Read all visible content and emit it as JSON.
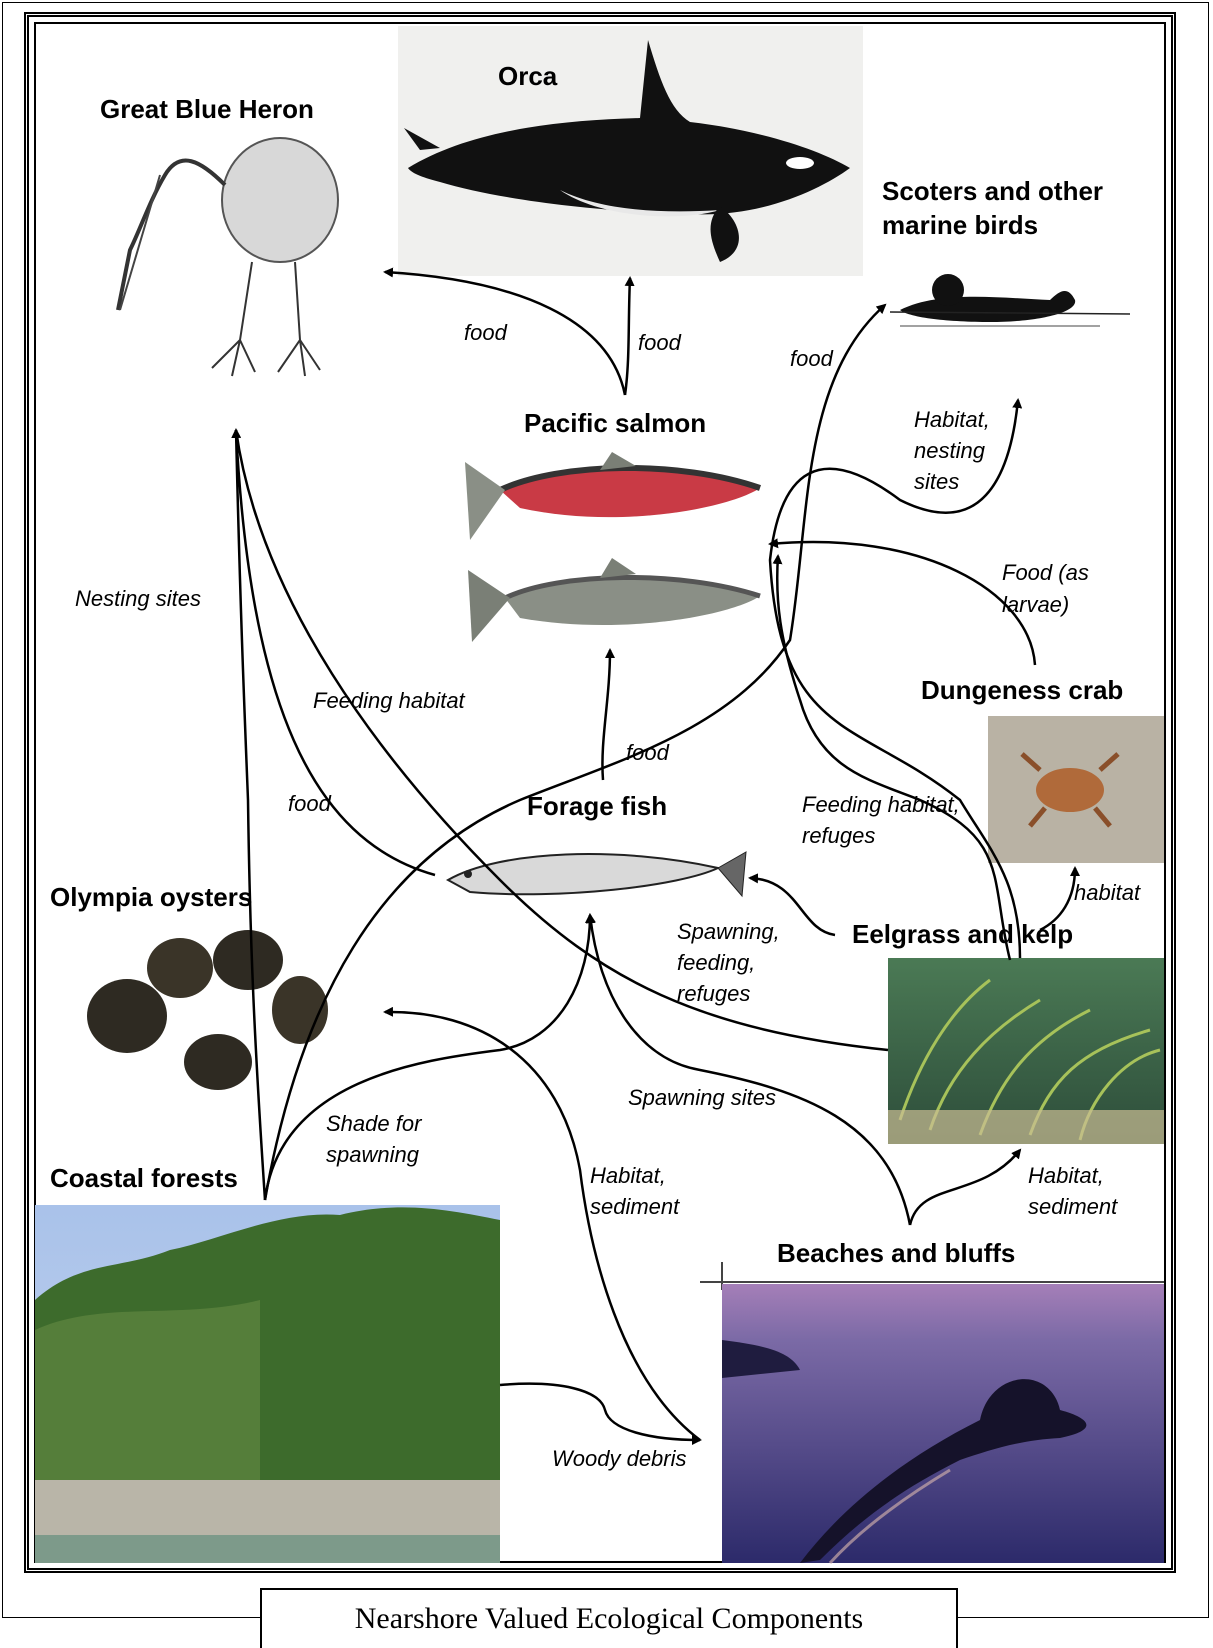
{
  "nodes": {
    "orca": "Orca",
    "heron": "Great Blue Heron",
    "scoters_line1": "Scoters and other",
    "scoters_line2": "marine birds",
    "salmon": "Pacific salmon",
    "crab": "Dungeness crab",
    "forage": "Forage fish",
    "oysters": "Olympia oysters",
    "eelgrass": "Eelgrass and kelp",
    "forests": "Coastal forests",
    "beaches": "Beaches and bluffs"
  },
  "edges": {
    "food_heron": "food",
    "food_orca": "food",
    "food_scoters": "food",
    "habitat_nesting_1": "Habitat,",
    "habitat_nesting_2": "nesting",
    "habitat_nesting_3": "sites",
    "food_larvae_1": "Food (as",
    "food_larvae_2": "larvae)",
    "nesting_sites": "Nesting sites",
    "feeding_habitat": "Feeding habitat",
    "food_forage_salmon": "food",
    "food_forage_heron": "food",
    "feeding_refuges_1": "Feeding habitat,",
    "feeding_refuges_2": "refuges",
    "habitat_crab": "habitat",
    "spawning_1": "Spawning,",
    "spawning_2": "feeding,",
    "spawning_3": "refuges",
    "spawning_sites": "Spawning sites",
    "shade_1": "Shade for",
    "shade_2": "spawning",
    "hab_sed_oyster_1": "Habitat,",
    "hab_sed_oyster_2": "sediment",
    "hab_sed_eel_1": "Habitat,",
    "hab_sed_eel_2": "sediment",
    "woody_debris": "Woody debris"
  },
  "caption": "Nearshore Valued Ecological Components",
  "colors": {
    "salmon_red": "#c93a45",
    "salmon_silver": "#8a8f86",
    "eelgrass_green": "#3f6b3a",
    "sky_blue": "#9fb8e0",
    "dusk_purple": "#5a4d8a",
    "crab_orange": "#b06a3a"
  }
}
